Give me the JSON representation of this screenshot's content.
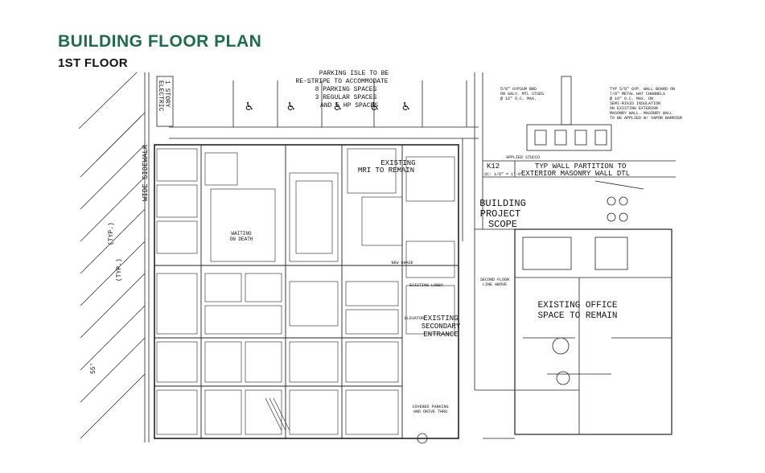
{
  "header": {
    "title": "BUILDING FLOOR PLAN",
    "subtitle": "1ST FLOOR",
    "title_color": "#1f6b4a",
    "subtitle_color": "#111111"
  },
  "plan_labels": {
    "parking_note": [
      "PARKING ISLE TO BE",
      "RE-STRIPE TO ACCOMMODATE",
      "8 PARKING SPACES",
      "3 REGULAR SPACES",
      "AND 5 HP SPACES"
    ],
    "electric": [
      "1 STORY",
      "ELECTRIC"
    ],
    "sidewalk": "WIDE SIDEWALK",
    "existing_to_remain": [
      "EXISTING",
      "MRI TO REMAIN"
    ],
    "building_project_scope": [
      "BUILDING",
      "PROJECT",
      "SCOPE"
    ],
    "existing_office": [
      "EXISTING OFFICE",
      "SPACE TO REMAIN"
    ],
    "existing_secondary_entrance": [
      "EXISTING",
      "SECONDARY",
      "ENTRANCE"
    ],
    "wall_detail_tag": "K12",
    "wall_detail_scale": "SC: 1/8\" = 1'-0\"",
    "wall_detail_title": [
      "TYP WALL PARTITION TO",
      "EXTERIOR MASONRY WALL DTL"
    ],
    "typ_left": "(TYP.)",
    "typ_left2": "(TYP.)",
    "dimension_55": "55'",
    "waiting": [
      "WAITING",
      "ON DEATH"
    ],
    "elevator": "ELEVATOR",
    "existing_lobby": "EXISTING LOBBY",
    "new_chase": "NEW CHASE",
    "second_floor_line": [
      "SECOND FLOOR",
      "LINE ABOVE"
    ],
    "covered_parking": [
      "COVERED PARKING",
      "AND DRIVE THRU"
    ],
    "applied_stucco": "APPLIED STUCCO",
    "gypsum_note": [
      "5/8\" GYPSUM BRD",
      "ON GALV. MTL STUDS",
      "@ 16\" O.C. MAX."
    ],
    "typ_note": [
      "TYP 5/8\" GYP. WALL BOARD ON",
      "7/8\" METAL HAT CHANNELS",
      "@ 16\" O.C. MAX. ON",
      "SEMI-RIGID INSULATION",
      "ON EXISTING EXTERIOR",
      "MASONRY WALL. MASONRY WALL",
      "TO BE APPLIED W/ VAPOR BARRIER"
    ]
  }
}
